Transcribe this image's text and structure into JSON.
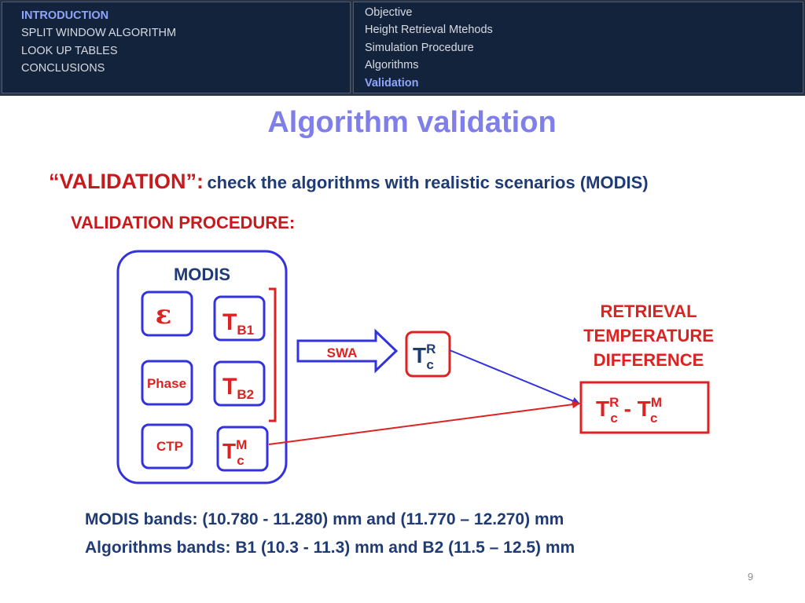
{
  "nav": {
    "sections": [
      "INTRODUCTION",
      "SPLIT WINDOW ALGORITHM",
      "LOOK UP TABLES",
      "CONCLUSIONS"
    ],
    "active_section_index": 0,
    "subsections": [
      "Objective",
      "Height Retrieval Mtehods",
      "Simulation Procedure",
      "Algorithms",
      "Validation"
    ],
    "active_subsection_index": 4
  },
  "slide": {
    "title": "Algorithm validation",
    "validation_keyword": "“VALIDATION”:",
    "validation_text": "check the algorithms with realistic scenarios (MODIS)",
    "procedure_label": "VALIDATION PROCEDURE:",
    "bands_line1": "MODIS bands:  (10.780 - 11.280) mm and (11.770 – 12.270) mm",
    "bands_line2": "Algorithms bands: B1 (10.3 - 11.3) mm and B2 (11.5 – 12.5) mm",
    "page_number": "9"
  },
  "diagram": {
    "modis_label": "MODIS",
    "epsilon_symbol": "ε",
    "phase_label": "Phase",
    "ctp_label": "CTP",
    "tb1": {
      "base": "T",
      "sub": "B1"
    },
    "tb2": {
      "base": "T",
      "sub": "B2"
    },
    "tmc": {
      "base": "T",
      "sup": "M",
      "sub": "c"
    },
    "swa_label": "SWA",
    "trc": {
      "base": "T",
      "sup": "R",
      "sub": "c"
    },
    "diff_title_lines": [
      "RETRIEVAL",
      "TEMPERATURE",
      "DIFFERENCE"
    ],
    "diff_expr": {
      "t1": "T",
      "sup1": "R",
      "sub1": "c",
      "minus": " - ",
      "t2": "T",
      "sup2": "M",
      "sub2": "c"
    },
    "colors": {
      "blue": "#3333dd",
      "red": "#dd2222",
      "navy": "#1f3b75",
      "title_purple": "#7f7fea"
    }
  }
}
